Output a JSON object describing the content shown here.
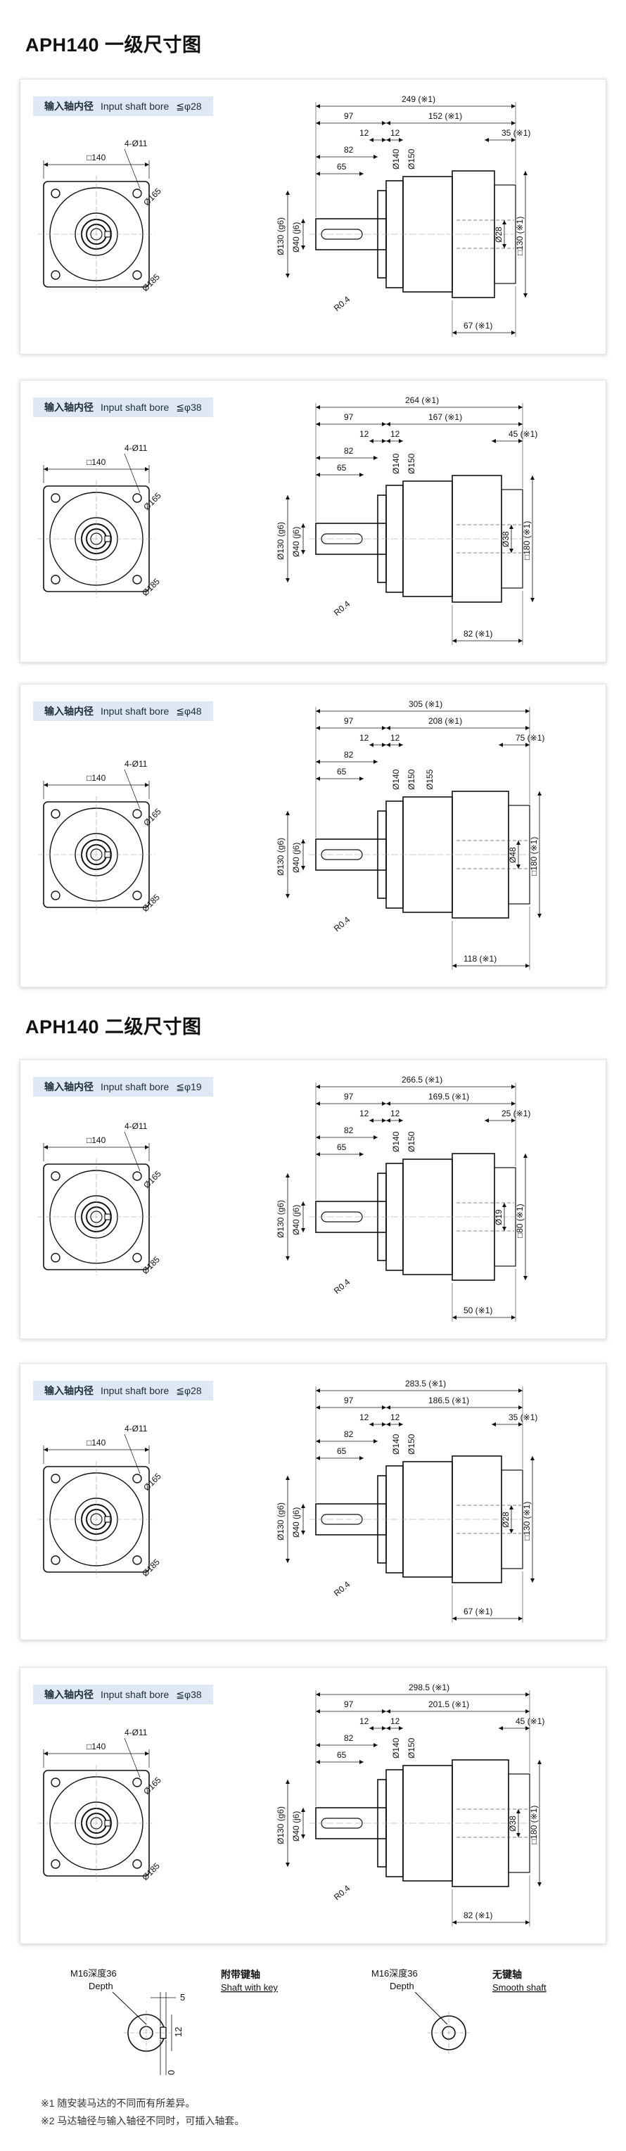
{
  "sections": [
    {
      "title": "APH140 一级尺寸图"
    },
    {
      "title": "APH140 二级尺寸图"
    }
  ],
  "bore_label": {
    "cn": "输入轴内径",
    "en": "Input shaft bore"
  },
  "panels": [
    {
      "bore": "≦φ28",
      "flange": "□140",
      "holes": "4-Ø11",
      "pcd": "Ø165",
      "diag": "Ø185",
      "dims": {
        "total": "249 (※1)",
        "d97": "97",
        "rear": "152 (※1)",
        "d12a": "12",
        "d12b": "12",
        "end": "35 (※1)",
        "d82": "82",
        "d65": "65",
        "d140": "Ø140",
        "d150": "Ø150",
        "d130": "Ø130 (g6)",
        "d40": "Ø40 (j6)",
        "r": "R0.4",
        "bore_d": "Ø28",
        "sq": "□130 (※1)",
        "bottom": "67 (※1)"
      }
    },
    {
      "bore": "≦φ38",
      "flange": "□140",
      "holes": "4-Ø11",
      "pcd": "Ø165",
      "diag": "Ø185",
      "dims": {
        "total": "264 (※1)",
        "d97": "97",
        "rear": "167 (※1)",
        "d12a": "12",
        "d12b": "12",
        "end": "45 (※1)",
        "d82": "82",
        "d65": "65",
        "d140": "Ø140",
        "d150": "Ø150",
        "d130": "Ø130 (g6)",
        "d40": "Ø40 (j6)",
        "r": "R0.4",
        "bore_d": "Ø38",
        "sq": "□180 (※1)",
        "bottom": "82 (※1)"
      }
    },
    {
      "bore": "≦φ48",
      "flange": "□140",
      "holes": "4-Ø11",
      "pcd": "Ø165",
      "diag": "Ø185",
      "dims": {
        "total": "305 (※1)",
        "d97": "97",
        "rear": "208 (※1)",
        "d12a": "12",
        "d12b": "12",
        "end": "75 (※1)",
        "d82": "82",
        "d65": "65",
        "d140": "Ø140",
        "d150": "Ø150",
        "d155": "Ø155",
        "d130": "Ø130 (g6)",
        "d40": "Ø40 (j6)",
        "r": "R0.4",
        "bore_d": "Ø48",
        "sq": "□180 (※1)",
        "bottom": "118 (※1)"
      }
    },
    {
      "bore": "≦φ19",
      "flange": "□140",
      "holes": "4-Ø11",
      "pcd": "Ø165",
      "diag": "Ø185",
      "dims": {
        "total": "266.5 (※1)",
        "d97": "97",
        "rear": "169.5 (※1)",
        "d12a": "12",
        "d12b": "12",
        "end": "25 (※1)",
        "d82": "82",
        "d65": "65",
        "d140": "Ø140",
        "d150": "Ø150",
        "d130": "Ø130 (g6)",
        "d40": "Ø40 (j6)",
        "r": "R0.4",
        "bore_d": "Ø19",
        "sq": "□80 (※1)",
        "bottom": "50 (※1)"
      }
    },
    {
      "bore": "≦φ28",
      "flange": "□140",
      "holes": "4-Ø11",
      "pcd": "Ø165",
      "diag": "Ø185",
      "dims": {
        "total": "283.5 (※1)",
        "d97": "97",
        "rear": "186.5 (※1)",
        "d12a": "12",
        "d12b": "12",
        "end": "35 (※1)",
        "d82": "82",
        "d65": "65",
        "d140": "Ø140",
        "d150": "Ø150",
        "d130": "Ø130 (g6)",
        "d40": "Ø40 (j6)",
        "r": "R0.4",
        "bore_d": "Ø28",
        "sq": "□130 (※1)",
        "bottom": "67 (※1)"
      }
    },
    {
      "bore": "≦φ38",
      "flange": "□140",
      "holes": "4-Ø11",
      "pcd": "Ø165",
      "diag": "Ø185",
      "dims": {
        "total": "298.5 (※1)",
        "d97": "97",
        "rear": "201.5 (※1)",
        "d12a": "12",
        "d12b": "12",
        "end": "45 (※1)",
        "d82": "82",
        "d65": "65",
        "d140": "Ø140",
        "d150": "Ø150",
        "d130": "Ø130 (g6)",
        "d40": "Ø40 (j6)",
        "r": "R0.4",
        "bore_d": "Ø38",
        "sq": "□180 (※1)",
        "bottom": "82 (※1)"
      }
    }
  ],
  "shaft_details": [
    {
      "thread": "M16深度36",
      "depth": "Depth",
      "title_cn": "附带键轴",
      "title_en": "Shaft with key",
      "d5": "5",
      "d12": "12",
      "d0": "0"
    },
    {
      "thread": "M16深度36",
      "depth": "Depth",
      "title_cn": "无键轴",
      "title_en": "Smooth shaft"
    }
  ],
  "notes": [
    "※1 随安装马达的不同而有所差异。",
    "※2 马达轴径与输入轴径不同时，可插入轴套。"
  ]
}
